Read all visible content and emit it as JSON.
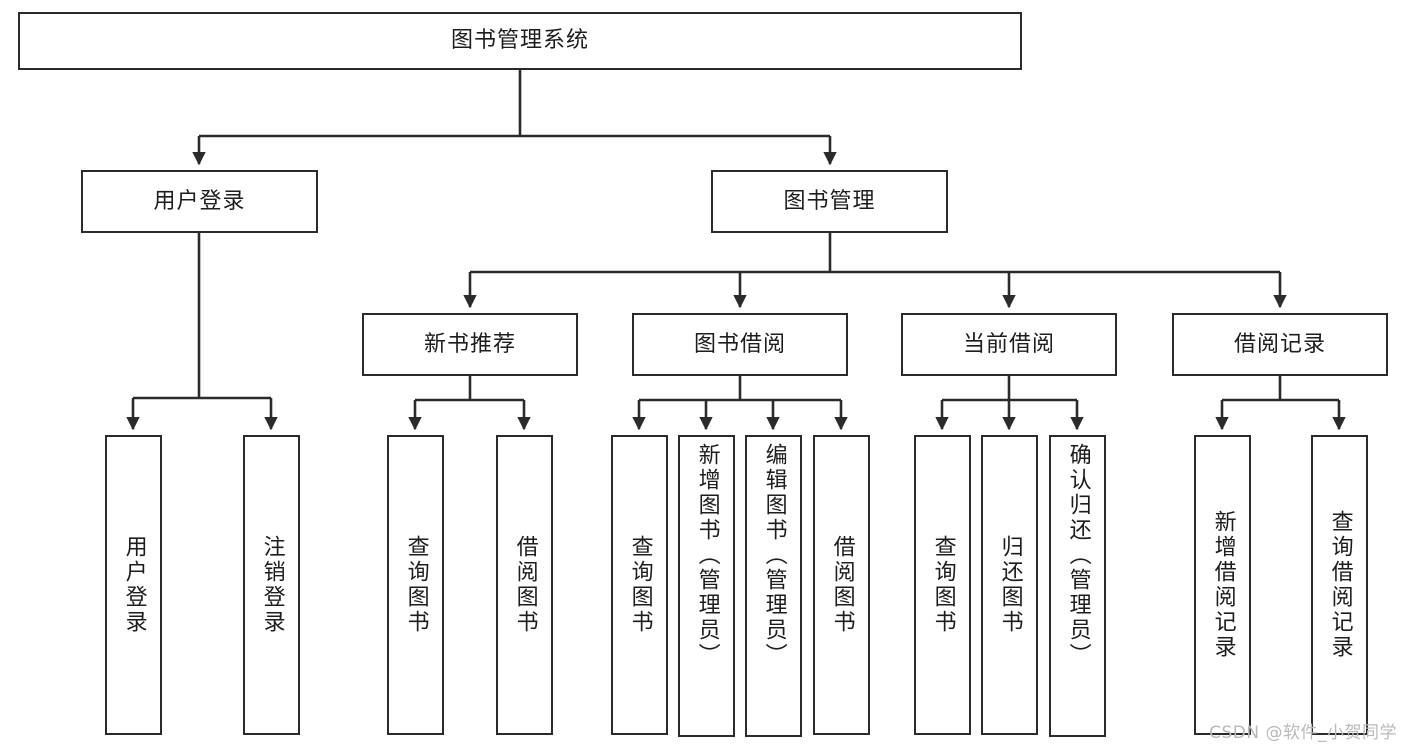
{
  "diagram": {
    "title": "图书管理系统",
    "type": "tree",
    "watermark": "CSDN @软件_小贺同学",
    "colors": {
      "stroke": "#2b2b2b",
      "fill": "#ffffff",
      "text": "#1d1d1d",
      "watermark": "#b9b9b9"
    },
    "root": {
      "label": "图书管理系统"
    },
    "level2": [
      {
        "label": "用户登录"
      },
      {
        "label": "图书管理"
      }
    ],
    "level3": [
      {
        "label": "新书推荐"
      },
      {
        "label": "图书借阅"
      },
      {
        "label": "当前借阅"
      },
      {
        "label": "借阅记录"
      }
    ],
    "leaves": {
      "user_login": [
        {
          "label": "用户登录"
        },
        {
          "label": "注销登录"
        }
      ],
      "new_book": [
        {
          "label": "查询图书"
        },
        {
          "label": "借阅图书"
        }
      ],
      "borrow_book": [
        {
          "label": "查询图书"
        },
        {
          "label": "新增图书（管理员）"
        },
        {
          "label": "编辑图书（管理员）"
        },
        {
          "label": "借阅图书"
        }
      ],
      "current_borrow": [
        {
          "label": "查询图书"
        },
        {
          "label": "归还图书"
        },
        {
          "label": "确认归还（管理员）"
        }
      ],
      "borrow_record": [
        {
          "label": "新增借阅记录"
        },
        {
          "label": "查询借阅记录"
        }
      ]
    }
  }
}
